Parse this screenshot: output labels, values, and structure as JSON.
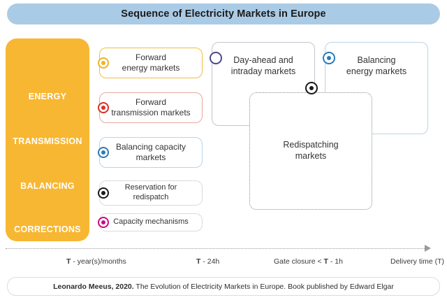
{
  "header": {
    "title": "Sequence of Electricity Markets in Europe",
    "bar_color": "#aacbe6"
  },
  "categories": {
    "panel_color": "#f7b733",
    "items": [
      {
        "label": "ENERGY"
      },
      {
        "label": "TRANSMISSION"
      },
      {
        "label": "BALANCING"
      },
      {
        "label": "CORRECTIONS"
      }
    ]
  },
  "markets": {
    "forward_energy": {
      "label": "Forward\nenergy markets",
      "line1": "Forward",
      "line2": "energy markets",
      "color": "#f0b229",
      "border": "#f0c040",
      "border_style": "solid"
    },
    "forward_transmission": {
      "label": "Forward\ntransmission markets",
      "line1": "Forward",
      "line2": "transmission markets",
      "color": "#d93025",
      "border": "#e8a89c",
      "border_style": "solid"
    },
    "balancing_capacity": {
      "label": "Balancing capacity\nmarkets",
      "line1": "Balancing capacity",
      "line2": "markets",
      "color": "#2b7bba",
      "border": "#b9d4e8",
      "border_style": "solid"
    },
    "reservation": {
      "label": "Reservation for\nredispatch",
      "line1": "Reservation for",
      "line2": "redispatch",
      "color": "#1a1a1a",
      "border": "#b5b5b5",
      "border_style": "dotted"
    },
    "capacity_mechanisms": {
      "label": "Capacity mechanisms",
      "line1": "Capacity mechanisms",
      "line2": "",
      "color": "#cc0b7f",
      "border": "#b5b5b5",
      "border_style": "dotted"
    },
    "day_ahead": {
      "label": "Day-ahead and\nintraday markets",
      "line1": "Day-ahead and",
      "line2": "intraday markets",
      "color": "#4a4a86",
      "border": "#c8c3cf",
      "border_style": "solid"
    },
    "balancing_energy": {
      "label": "Balancing\nenergy markets",
      "line1": "Balancing",
      "line2": "energy markets",
      "color": "#2b7bba",
      "border": "#bcd4e3",
      "border_style": "solid"
    },
    "redispatching": {
      "label": "Redispatching\nmarkets",
      "line1": "Redispatching",
      "line2": "markets",
      "color": "#1a1a1a",
      "border": "#8d8d8d",
      "border_style": "dotted"
    }
  },
  "timeline": {
    "labels": [
      {
        "bold": "T",
        "rest": " - year(s)/months"
      },
      {
        "bold": "T",
        "rest": " - 24h"
      },
      {
        "bold": "T",
        "rest": "",
        "prefix": "Gate closure < ",
        "suffix": " - 1h"
      },
      {
        "bold": "",
        "rest": "Delivery time (T)"
      }
    ],
    "label_0": "T - year(s)/months",
    "label_1": "T - 24h",
    "label_2": "Gate closure < T - 1h",
    "label_3": "Delivery time (T)"
  },
  "footer": {
    "author": "Leonardo Meeus, 2020.",
    "citation": " The Evolution of Electricity Markets in Europe. Book published by Edward Elgar"
  }
}
